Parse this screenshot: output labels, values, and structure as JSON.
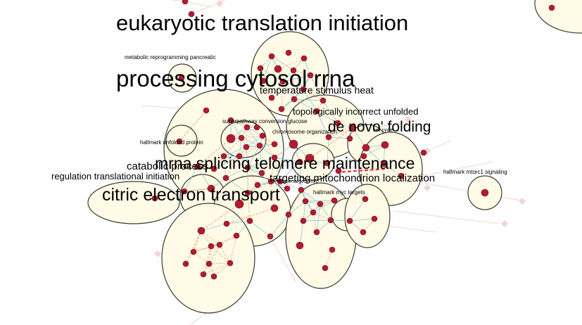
{
  "colors": {
    "cluster_fill": "#fffbe6",
    "cluster_stroke": "#3a3a30",
    "node": "#b01c2e",
    "edge_blue": "#8ec3dc",
    "edge_orange": "#f0a070",
    "edge_red": "#e23030",
    "ghost_node": "#f4d7d7"
  },
  "labels": {
    "eukaryotic": "eukaryotic translation initiation",
    "processing": "processing cytosol rrna",
    "temperature": "temperature stimulus heat",
    "topologically": "topologically incorrect unfolded",
    "de_novo": "de novo' folding",
    "metabolic": "metabolic reprogramming pancreatic",
    "superpathway": "superpathway conversion glucose",
    "chromosome": "chromosome organization",
    "hallmark_unfolded": "hallmark unfolded protein",
    "cell_cycle": "cell cycle",
    "mrna_splicing": "mrna splicing telomere maintenance",
    "catabolic": "catabolic process",
    "regulation": "regulation translational initiation",
    "targeting": "targeting mitochondrion localization",
    "dnasetargets": "dnase targets myc",
    "hallmark_myc": "hallmark myc targets",
    "citric": "citric electron transport",
    "mtorc1": "hallmark mtorc1 signaling"
  }
}
